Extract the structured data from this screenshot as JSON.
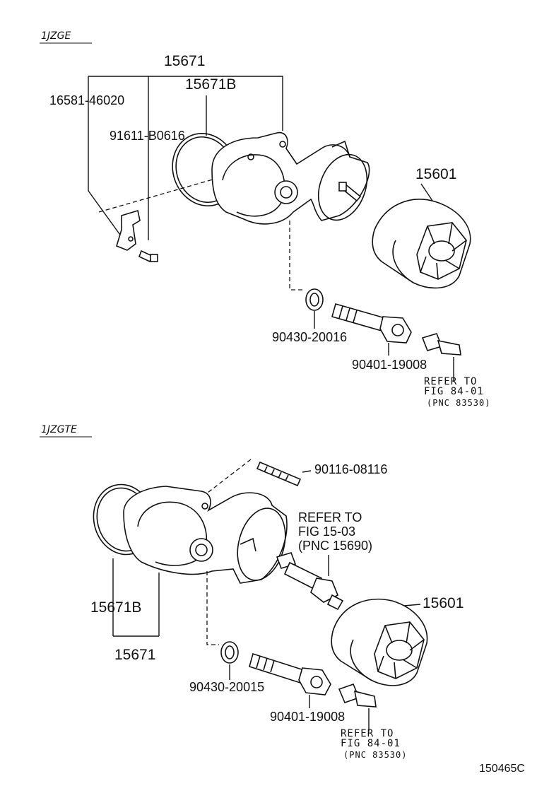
{
  "section_a": {
    "engine": "1JZGE",
    "labels": {
      "p15671": "15671",
      "p15671b": "15671B",
      "p16581": "16581-46020",
      "p91611": "91611-B0616",
      "p15601": "15601",
      "p90430": "90430-20016",
      "p90401": "90401-19008",
      "refer_line1": "REFER TO",
      "refer_line2": "FIG 84-01",
      "refer_line3": "(PNC 83530)"
    }
  },
  "section_b": {
    "engine": "1JZGTE",
    "labels": {
      "p90116": "90116-08116",
      "refer_a_line1": "REFER TO",
      "refer_a_line2": "FIG 15-03",
      "refer_a_line3": "(PNC 15690)",
      "p15601": "15601",
      "p15671b": "15671B",
      "p15671": "15671",
      "p90430": "90430-20015",
      "p90401": "90401-19008",
      "refer_b_line1": "REFER TO",
      "refer_b_line2": "FIG 84-01",
      "refer_b_line3": "(PNC 83530)"
    }
  },
  "figure_id": "150465C"
}
